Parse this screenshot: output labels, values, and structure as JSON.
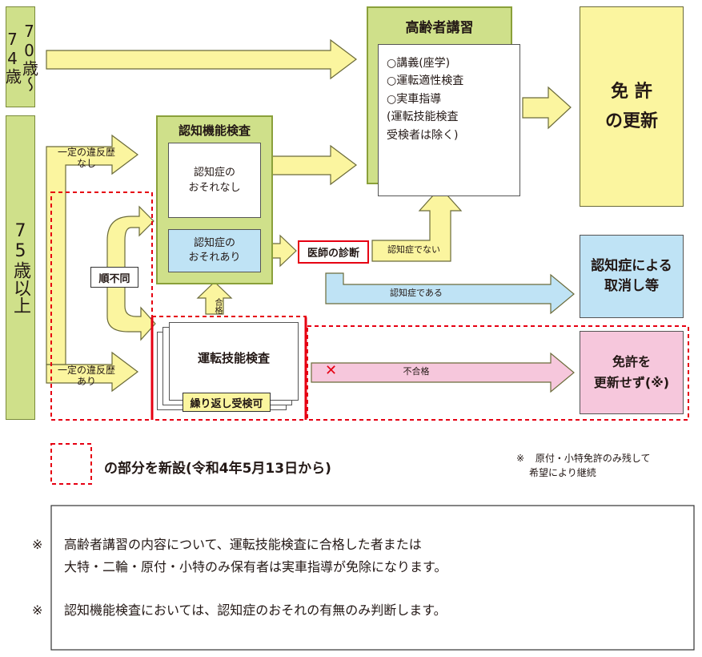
{
  "age_groups": {
    "age_70_74": "70歳〜74歳",
    "age_75_plus": "75歳以上"
  },
  "elderly_course": {
    "title": "高齢者講習",
    "items": [
      "○講義(座学)",
      "○運転適性検査",
      "○実車指導",
      "(運転技能検査",
      "受検者は除く)"
    ]
  },
  "renewal": {
    "line1": "免 許",
    "line2": "の更新"
  },
  "cognitive_test": {
    "title": "認知機能検査",
    "no_risk": "認知症の\nおそれなし",
    "risk": "認知症の\nおそれあり"
  },
  "doctor": {
    "label": "医師の診断"
  },
  "labels": {
    "no_violation": "一定の違反歴\nなし",
    "with_violation": "一定の違反歴\nあり",
    "order_free": "順不同",
    "not_dementia": "認知症でない",
    "is_dementia": "認知症である",
    "pass": "合格",
    "fail": "不合格",
    "fail_mark": "✕"
  },
  "driving_test": {
    "title": "運転技能検査",
    "repeat": "繰り返し受検可"
  },
  "revocation": {
    "line1": "認知症による",
    "line2": "取消し等"
  },
  "no_renewal": {
    "line1": "免許を",
    "line2": "更新せず(※)"
  },
  "legend": {
    "text": "の部分を新設(令和4年5月13日から)",
    "note_mark": "※",
    "note_line1": "原付・小特免許のみ残して",
    "note_line2": "希望により継続"
  },
  "notes": [
    {
      "mark": "※",
      "line1": "高齢者講習の内容について、運転技能検査に合格した者または",
      "line2": "大特・二輪・原付・小特のみ保有者は実車指導が免除になります。"
    },
    {
      "mark": "※",
      "line1": "認知機能検査においては、認知症のおそれの有無のみ判断します。",
      "line2": ""
    }
  ],
  "colors": {
    "yellow": "#fbf59f",
    "green": "#cfe08a",
    "blue": "#bfe3f5",
    "pink": "#f6c7dc",
    "red": "#e60012",
    "outline": "#555555"
  }
}
